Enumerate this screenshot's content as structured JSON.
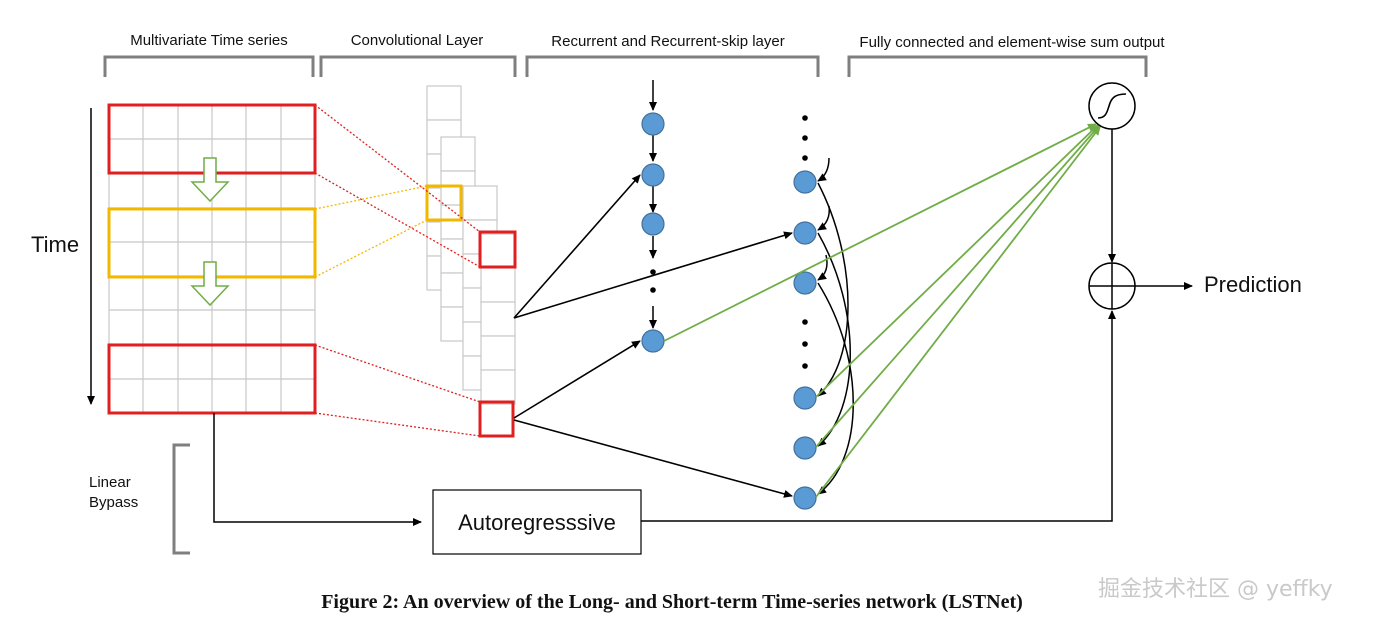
{
  "headers": {
    "input": "Multivariate Time series",
    "conv": "Convolutional Layer",
    "recurrent": "Recurrent and Recurrent-skip layer",
    "output": "Fully connected and element-wise sum output"
  },
  "labels": {
    "time": "Time",
    "linear_bypass_line1": "Linear",
    "linear_bypass_line2": "Bypass",
    "autoregressive": "Autoregresssive",
    "prediction": "Prediction"
  },
  "caption": "Figure 2: An overview of the Long- and Short-term Time-series network (LSTNet)",
  "watermark": "掘金技术社区 @ yeffky",
  "colors": {
    "window_red": "#e02020",
    "window_yellow": "#f2b800",
    "grid_gray": "#c8c8c8",
    "node_blue": "#5b9bd5",
    "node_stroke": "#41719c",
    "green_arrow": "#70ad47",
    "bracket_gray": "#7f7f7f"
  }
}
